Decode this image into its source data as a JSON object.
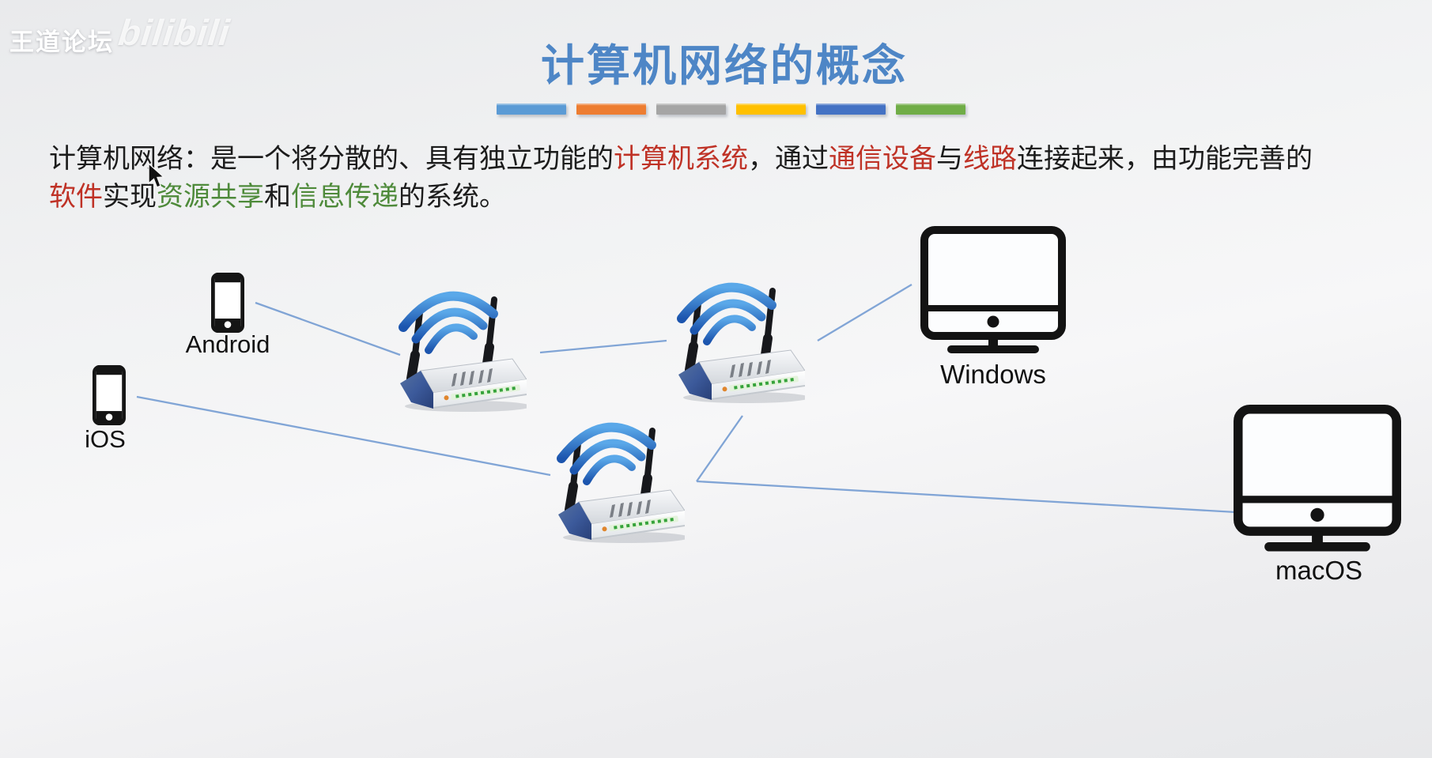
{
  "watermark": {
    "site": "王道论坛",
    "platform": "bilibili"
  },
  "slide": {
    "title": "计算机网络的概念",
    "title_color": "#4e86c6",
    "divider_colors": [
      "#5B9BD5",
      "#ED7D31",
      "#A5A5A5",
      "#FFC000",
      "#4472C4",
      "#70AD47"
    ],
    "text_colors": {
      "normal": "#1c1c1c",
      "highlight_red": "#bf3226",
      "highlight_green": "#4e8a3a"
    },
    "definition": {
      "lines": [
        {
          "segments": [
            {
              "text": "计算机网络：是一个将分散的、具有独立功能的",
              "color": "#1c1c1c"
            },
            {
              "text": "计算机系统",
              "color": "#bf3226"
            },
            {
              "text": "，通过",
              "color": "#1c1c1c"
            },
            {
              "text": "通信设备",
              "color": "#bf3226"
            },
            {
              "text": "与",
              "color": "#1c1c1c"
            },
            {
              "text": "线路",
              "color": "#bf3226"
            },
            {
              "text": "连接起来，由功能完善的",
              "color": "#1c1c1c"
            }
          ]
        },
        {
          "segments": [
            {
              "text": "软件",
              "color": "#bf3226"
            },
            {
              "text": "实现",
              "color": "#1c1c1c"
            },
            {
              "text": "资源共享",
              "color": "#4e8a3a"
            },
            {
              "text": "和",
              "color": "#1c1c1c"
            },
            {
              "text": "信息传递",
              "color": "#4e8a3a"
            },
            {
              "text": "的系统。",
              "color": "#1c1c1c"
            }
          ]
        }
      ]
    }
  },
  "diagram": {
    "line_color": "#7aa0d4",
    "nodes": [
      {
        "id": "android",
        "type": "smartphone",
        "label": "Android"
      },
      {
        "id": "ios",
        "type": "smartphone",
        "label": "iOS"
      },
      {
        "id": "router-left",
        "type": "wireless-router",
        "label": ""
      },
      {
        "id": "router-middle",
        "type": "wireless-router",
        "label": ""
      },
      {
        "id": "router-bottom",
        "type": "wireless-router",
        "label": ""
      },
      {
        "id": "windows",
        "type": "desktop-monitor",
        "label": "Windows"
      },
      {
        "id": "macos",
        "type": "desktop-monitor",
        "label": "macOS"
      }
    ],
    "connections": [
      {
        "from": "android",
        "to": "router-left"
      },
      {
        "from": "ios",
        "to": "router-bottom"
      },
      {
        "from": "router-left",
        "to": "router-middle"
      },
      {
        "from": "router-middle",
        "to": "windows"
      },
      {
        "from": "router-middle",
        "to": "router-bottom"
      },
      {
        "from": "router-bottom",
        "to": "macos"
      }
    ]
  }
}
